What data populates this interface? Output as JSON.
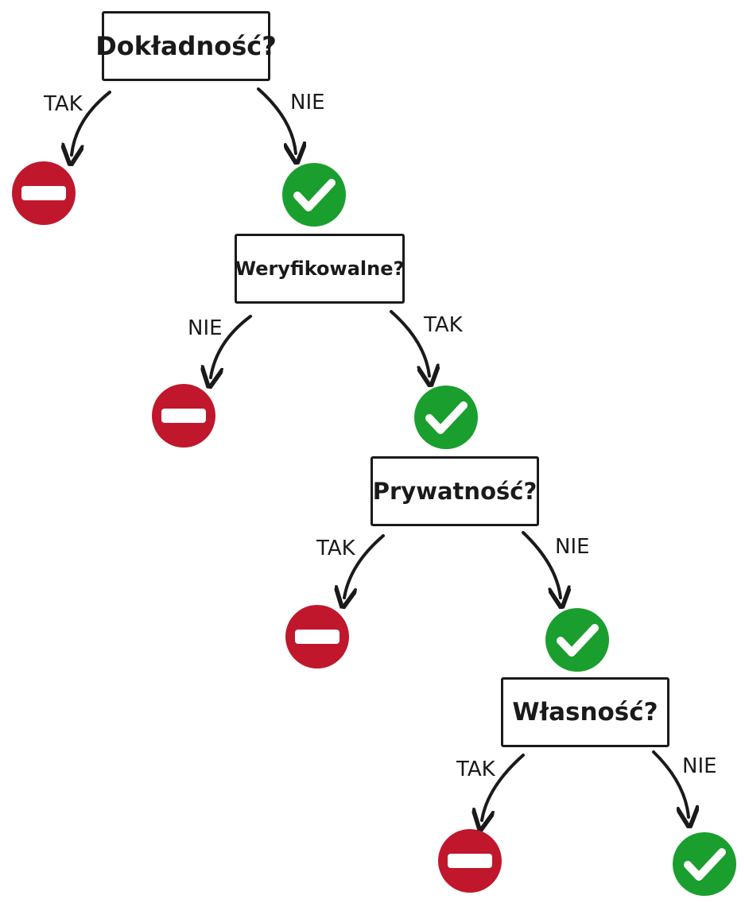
{
  "colors": {
    "stop": "#c0172d",
    "ok": "#1a9e2e",
    "ink": "#1a1a1a"
  },
  "nodes": [
    {
      "question": "Dokładność?",
      "left_label": "TAK",
      "right_label": "NIE",
      "left_icon": "stop-icon",
      "right_icon": "check-icon"
    },
    {
      "question": "Weryfikowalne?",
      "left_label": "NIE",
      "right_label": "TAK",
      "left_icon": "stop-icon",
      "right_icon": "check-icon"
    },
    {
      "question": "Prywatność?",
      "left_label": "TAK",
      "right_label": "NIE",
      "left_icon": "stop-icon",
      "right_icon": "check-icon"
    },
    {
      "question": "Własność?",
      "left_label": "TAK",
      "right_label": "NIE",
      "left_icon": "stop-icon",
      "right_icon": "check-icon"
    }
  ]
}
